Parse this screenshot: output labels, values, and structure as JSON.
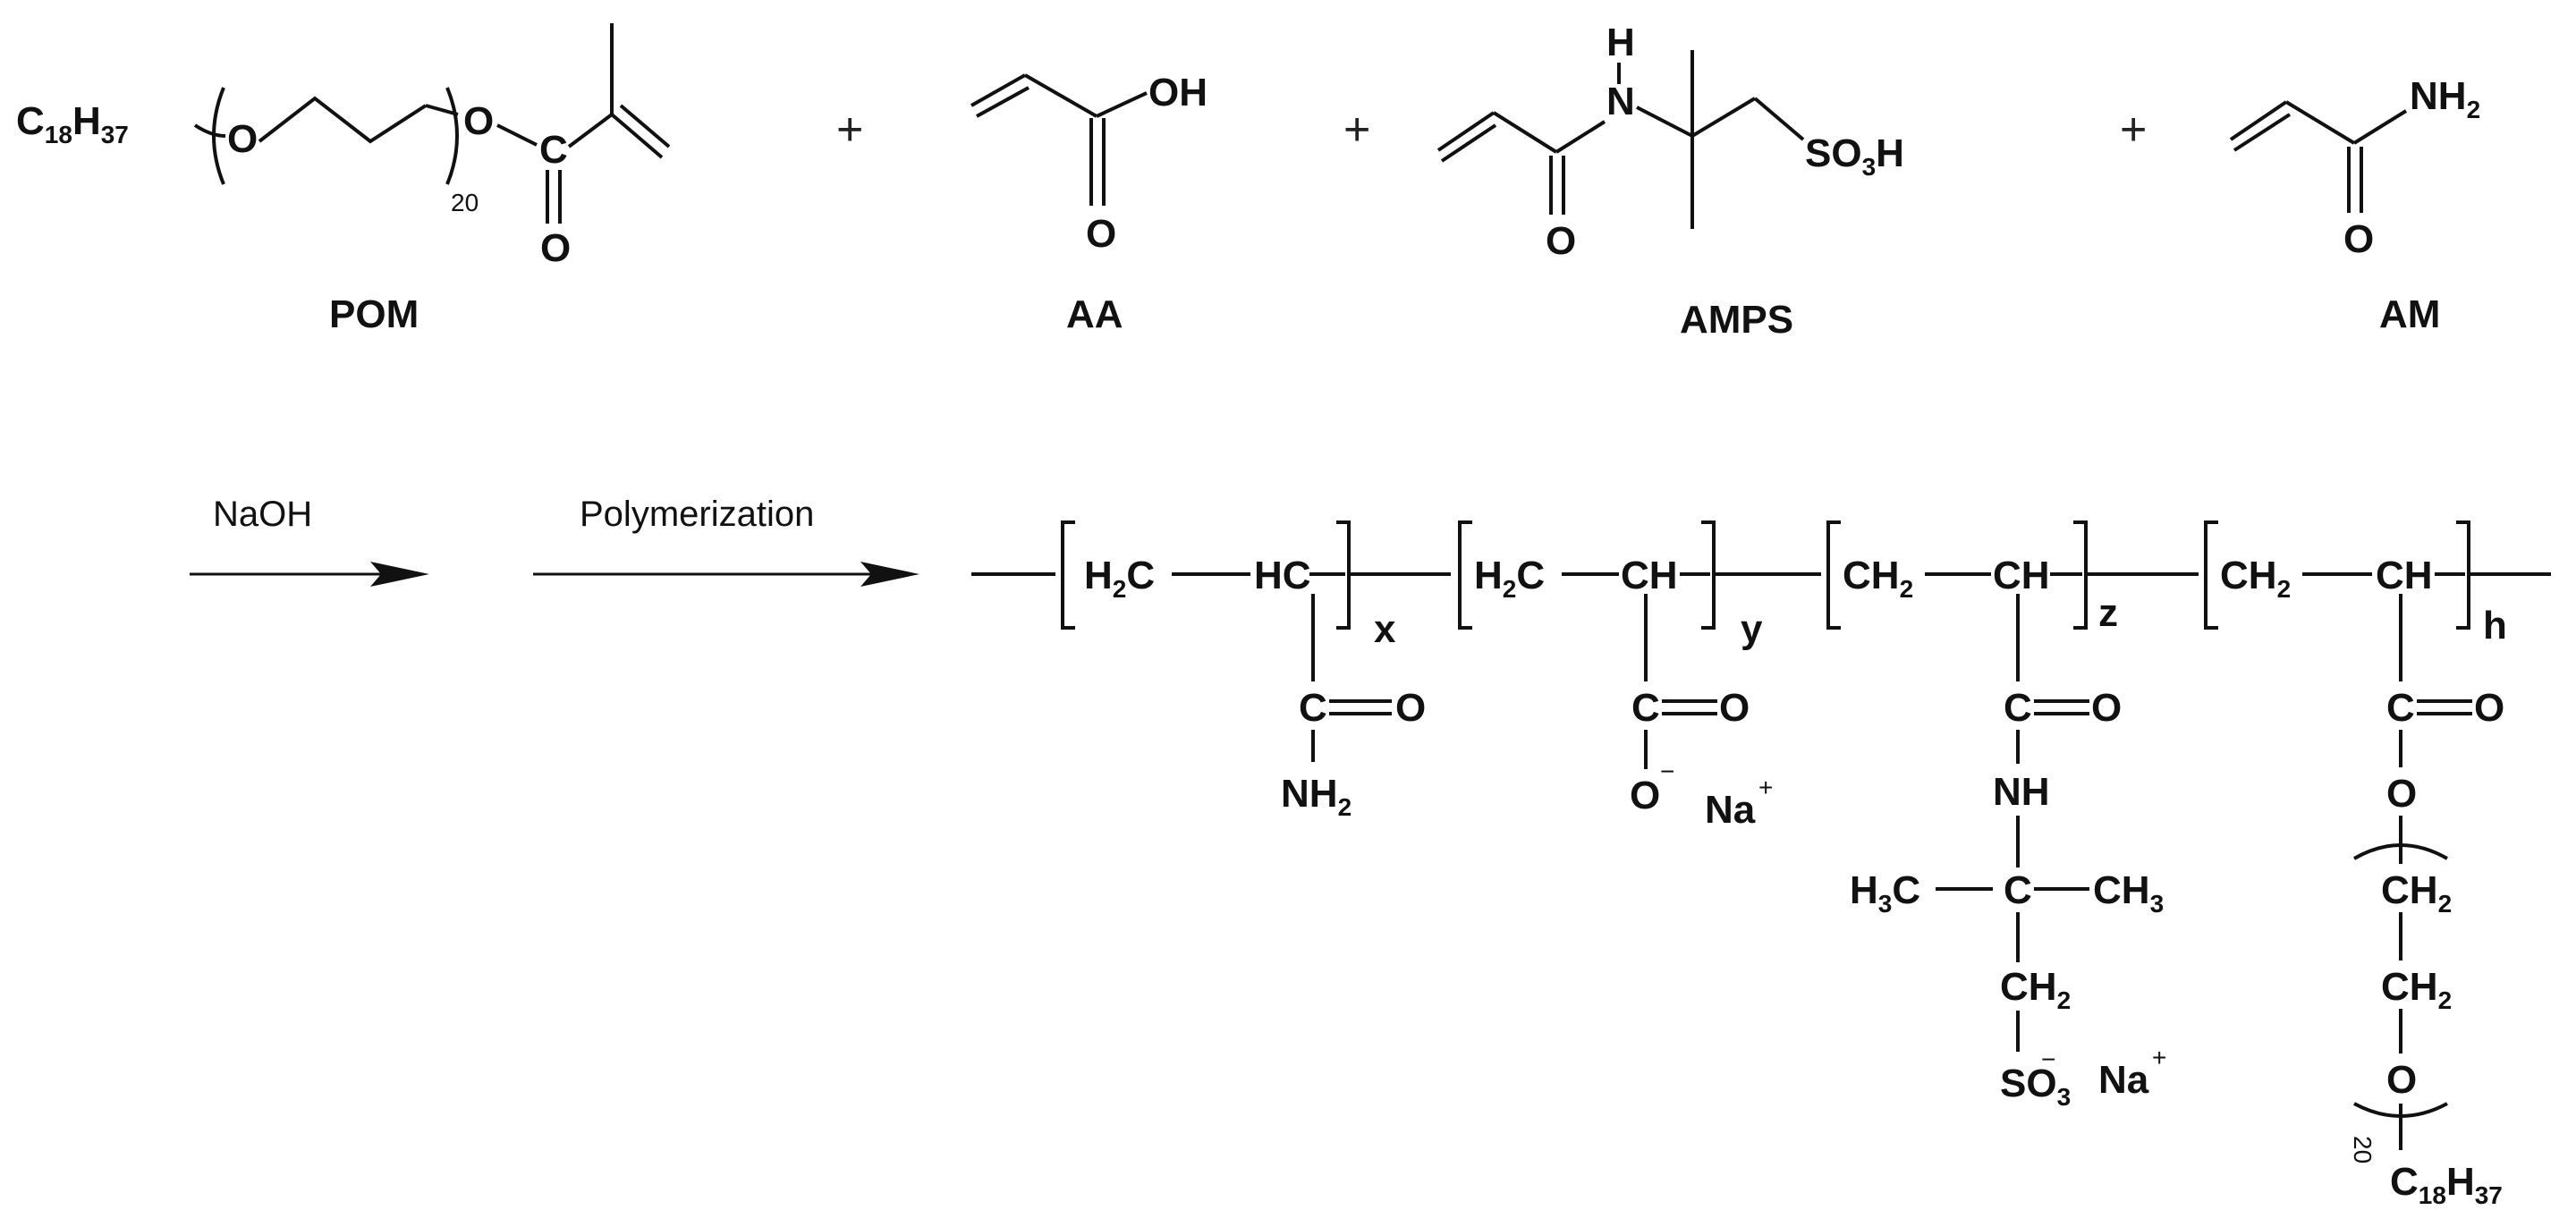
{
  "monomers": {
    "pom": {
      "label": "POM",
      "chain_c": "C",
      "chain_c_sub": "18",
      "chain_h": "H",
      "chain_h_sub": "37",
      "repeat_n": "20",
      "o1": "O",
      "o2": "O",
      "c": "C",
      "o3": "O"
    },
    "aa": {
      "label": "AA",
      "oh": "OH",
      "o": "O"
    },
    "amps": {
      "label": "AMPS",
      "h": "H",
      "n": "N",
      "so3h": "SO",
      "so3h_sub": "3",
      "so3h_h": "H",
      "o": "O"
    },
    "am": {
      "label": "AM",
      "nh2": "NH",
      "nh2_sub": "2",
      "o": "O"
    },
    "plus": "+"
  },
  "reaction": {
    "step1": "NaOH",
    "step2": "Polymerization"
  },
  "polymer": {
    "seg_x": {
      "h2c": "H",
      "h2c_sub": "2",
      "h2c_c": "C",
      "hc": "HC",
      "index": "x",
      "c": "C",
      "o": "O",
      "nh2": "NH",
      "nh2_sub": "2"
    },
    "seg_y": {
      "h2c": "H",
      "h2c_sub": "2",
      "h2c_c": "C",
      "ch": "CH",
      "index": "y",
      "c": "C",
      "o": "O",
      "o_minus": "O",
      "minus": "−",
      "na": "Na",
      "plus": "+"
    },
    "seg_z": {
      "ch2": "CH",
      "ch2_sub": "2",
      "ch": "CH",
      "index": "z",
      "c": "C",
      "o": "O",
      "nh": "NH",
      "h3c": "H",
      "h3c_sub": "3",
      "h3c_c": "C",
      "cq": "C",
      "ch3": "CH",
      "ch3_sub": "3",
      "ch2b": "CH",
      "ch2b_sub": "2",
      "so3": "SO",
      "so3_sub": "3",
      "so3_minus": "−",
      "na": "Na",
      "plus": "+"
    },
    "seg_h": {
      "ch2": "CH",
      "ch2_sub": "2",
      "ch": "CH",
      "index": "h",
      "c": "C",
      "o": "O",
      "o_ester": "O",
      "ch2a": "CH",
      "ch2a_sub": "2",
      "ch2b": "CH",
      "ch2b_sub": "2",
      "o_ether": "O",
      "repeat_n": "20",
      "c18": "C",
      "c18_sub": "18",
      "h37": "H",
      "h37_sub": "37"
    }
  }
}
